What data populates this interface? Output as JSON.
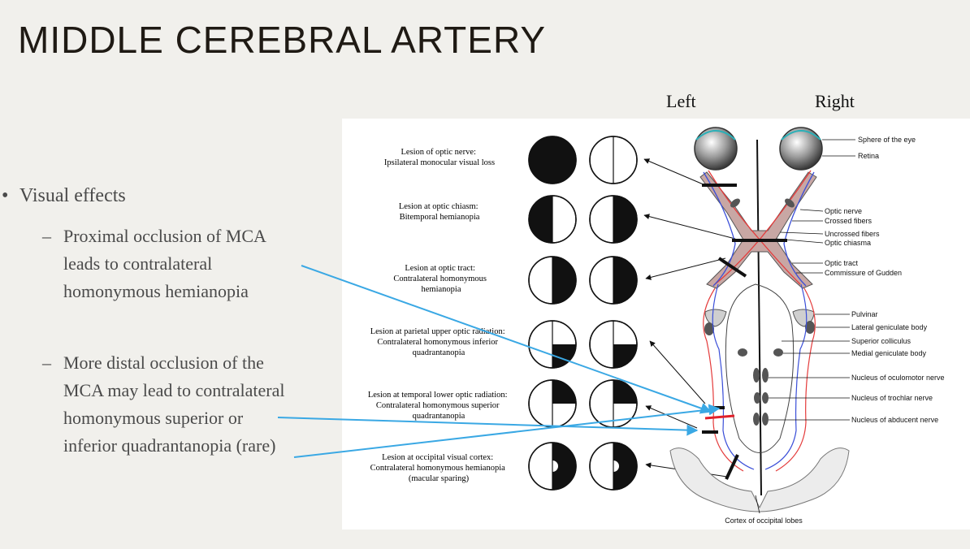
{
  "slide": {
    "title": "MIDDLE CEREBRAL ARTERY",
    "bullet": "Visual effects",
    "sub": [
      {
        "lines": [
          "Proximal occlusion of MCA",
          "leads to contralateral",
          "homonymous hemianopia"
        ]
      },
      {
        "lines": [
          "More distal occlusion of the",
          "MCA may lead to contralateral",
          "homonymous superior or",
          "inferior quadrantanopia (rare)"
        ]
      }
    ]
  },
  "figure": {
    "side_labels": {
      "left": "Left",
      "right": "Right"
    },
    "lesions": [
      {
        "lines": [
          "Lesion of optic nerve:",
          "Ipsilateral monocular visual loss"
        ],
        "left_field": "full",
        "right_field": "none"
      },
      {
        "lines": [
          "Lesion at optic chiasm:",
          "Bitemporal hemianopia"
        ],
        "left_field": "left-half",
        "right_field": "right-half"
      },
      {
        "lines": [
          "Lesion at optic tract:",
          "Contralateral homonymous",
          "hemianopia"
        ],
        "left_field": "right-half",
        "right_field": "right-half"
      },
      {
        "lines": [
          "Lesion at parietal upper optic radiation:",
          "Contralateral homonymous inferior",
          "quadrantanopia"
        ],
        "left_field": "lower-right",
        "right_field": "lower-right"
      },
      {
        "lines": [
          "Lesion at temporal lower optic radiation:",
          "Contralateral homonymous superior",
          "quadrantanopia"
        ],
        "left_field": "upper-right",
        "right_field": "upper-right"
      },
      {
        "lines": [
          "Lesion at occipital visual cortex:",
          "Contralateral homonymous hemianopia",
          "(macular sparing)"
        ],
        "left_field": "right-half-spared",
        "right_field": "right-half-spared"
      }
    ],
    "anatomy_labels": {
      "sphere": "Sphere of the eye",
      "retina": "Retina",
      "optic_nerve": "Optic nerve",
      "crossed": "Crossed fibers",
      "uncrossed": "Uncrossed fibers",
      "chiasma": "Optic chiasma",
      "tract": "Optic tract",
      "gudden": "Commissure of Gudden",
      "pulvinar": "Pulvinar",
      "lgb": "Lateral geniculate body",
      "sup_coll": "Superior colliculus",
      "mgb": "Medial geniculate body",
      "oculomotor": "Nucleus of oculomotor nerve",
      "trochlar": "Nucleus of trochlar nerve",
      "abducent": "Nucleus of abducent nerve",
      "cortex": "Cortex of occipital lobes"
    },
    "colors": {
      "arrow": "#3aa8e4",
      "lesion_mark": "#e0202a",
      "crossed_fiber": "#e43b3b",
      "uncrossed_fiber": "#3b4fd8"
    }
  }
}
